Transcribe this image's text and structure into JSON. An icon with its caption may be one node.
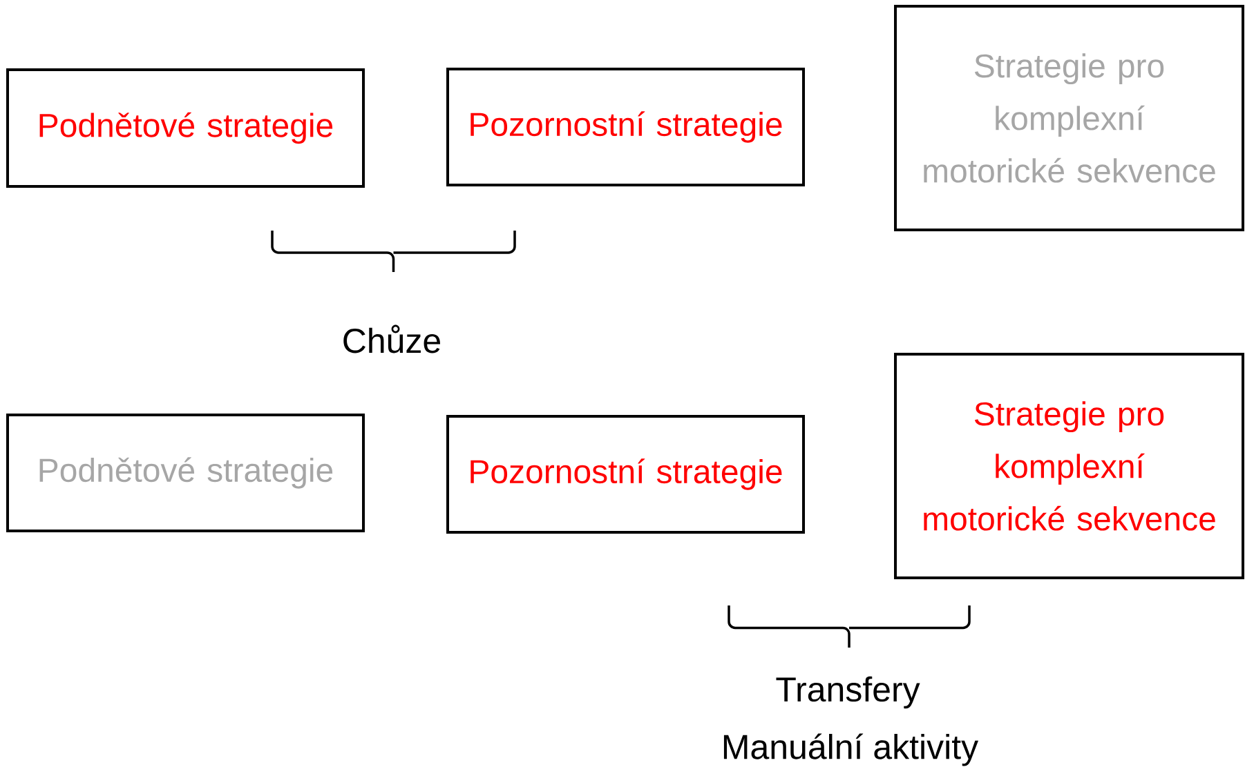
{
  "diagram": {
    "nodes": [
      {
        "text": [
          "Podnětové strategie"
        ]
      },
      {
        "text": [
          "Pozornostní strategie"
        ]
      },
      {
        "text": [
          "Strategie pro komplexní motorické sekvence"
        ]
      },
      {
        "text": [
          "Podnětové strategie"
        ]
      },
      {
        "text": [
          "Pozornostní strategie"
        ]
      },
      {
        "text": [
          "Strategie pro komplexní motorické sekvence"
        ]
      }
    ],
    "labels": [
      "Chůze",
      "Transfery",
      "Manuální aktivity"
    ]
  }
}
